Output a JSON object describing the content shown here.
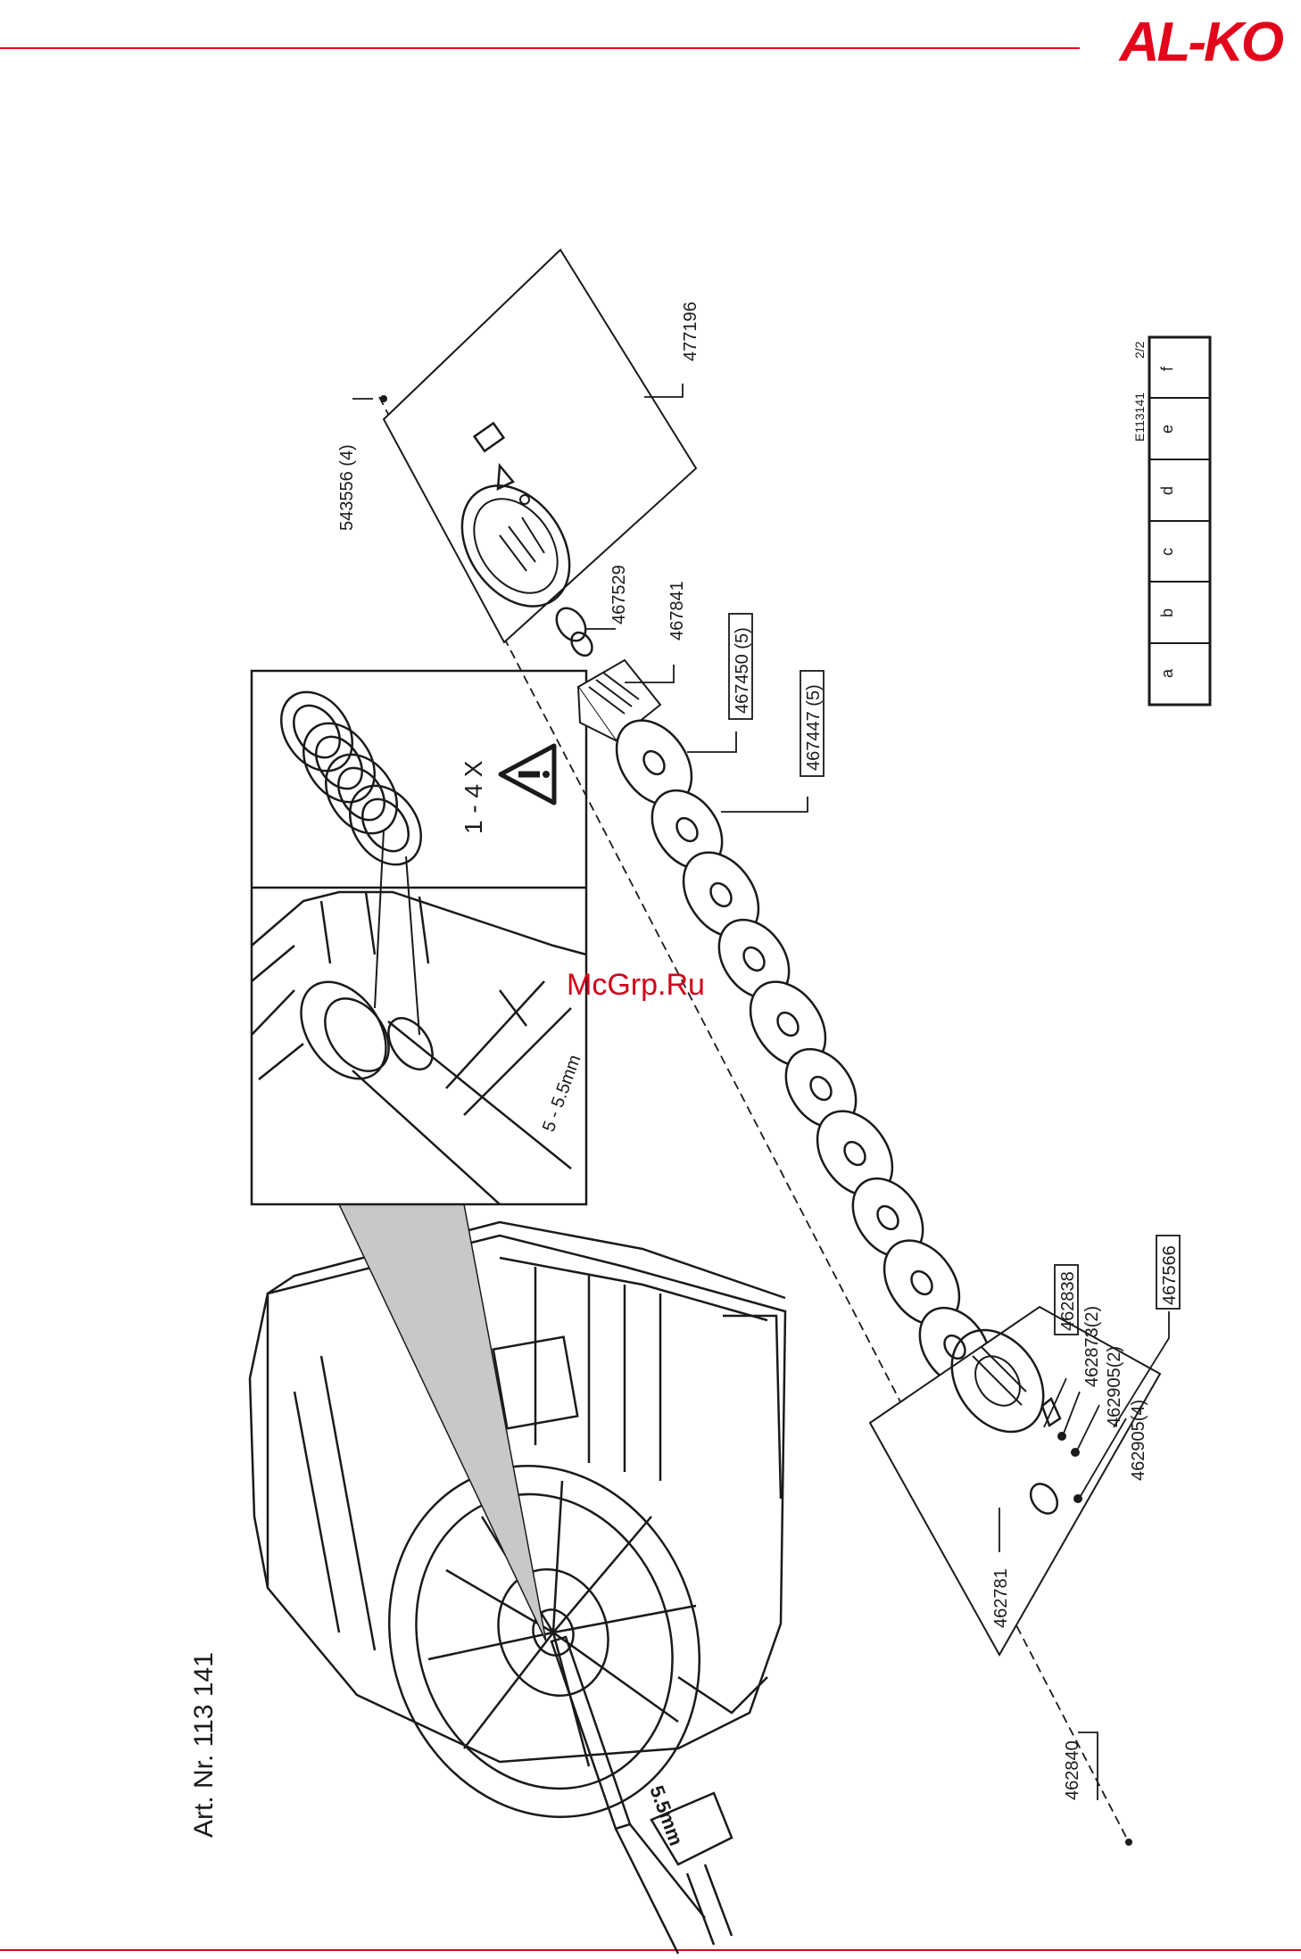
{
  "header": {
    "brand": "AL-KO",
    "accent_color": "#e3051b"
  },
  "article_number": "Art. Nr. 113 141",
  "watermark": "McGrp.Ru",
  "sheet": {
    "code": "E113141",
    "page": "2/2",
    "columns": [
      "a",
      "b",
      "c",
      "d",
      "e",
      "f"
    ]
  },
  "detail": {
    "repeat": "1 - 4 X",
    "gap": "5 - 5.5mm",
    "caliper": "5.5mm"
  },
  "parts": {
    "p477196": "477196",
    "p543556": "543556 (4)",
    "p467529": "467529",
    "p467841": "467841",
    "p467450": "467450 (5)",
    "p467447": "467447 (5)",
    "p462838": "462838",
    "p462873": "462873(2)",
    "p462905a": "462905(2)",
    "p462905b": "462905(4)",
    "p467566": "467566",
    "p462781": "462781",
    "p462840": "462840"
  },
  "icons": {
    "warning": "warning-triangle-icon"
  }
}
